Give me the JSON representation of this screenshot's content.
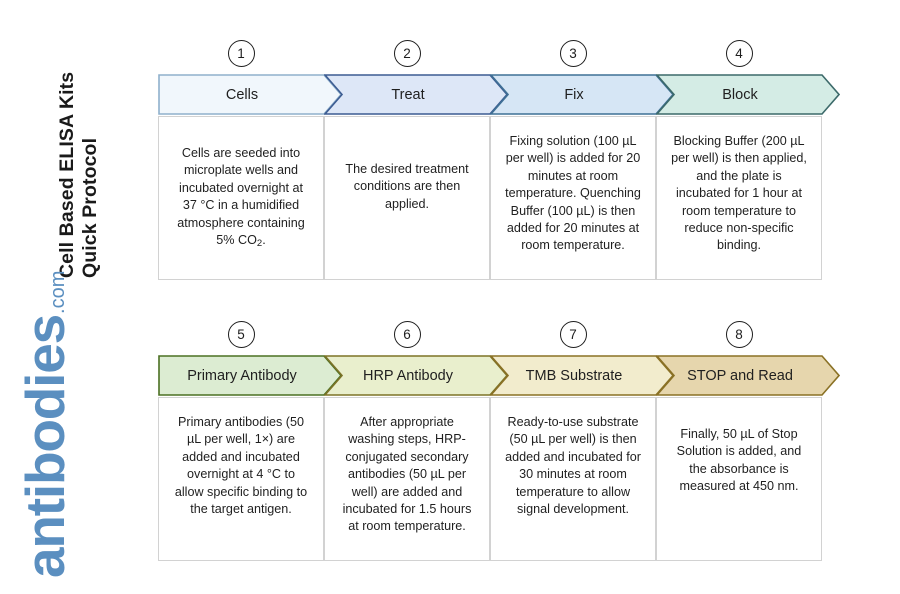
{
  "title": "Cell Based ELISA Kits\nQuick Protocol",
  "logo": {
    "name": "antibodies",
    "domain": ".com",
    "color": "#5b8fc0"
  },
  "rows": [
    {
      "name": "row-one",
      "steps": [
        {
          "number": "1",
          "label": "Cells",
          "fill": "#f1f7fc",
          "stroke": "#8fb0cc",
          "body": "Cells are seeded into microplate wells and incubated overnight at 37 °C in a humidified atmosphere containing 5% CO₂."
        },
        {
          "number": "2",
          "label": "Treat",
          "fill": "#dde7f7",
          "stroke": "#3c5c92",
          "body": "The desired treatment conditions are then applied."
        },
        {
          "number": "3",
          "label": "Fix",
          "fill": "#d6e6f5",
          "stroke": "#3f7095",
          "body": "Fixing solution (100 µL per well) is added for 20 minutes at room temperature. Quenching Buffer (100 µL) is then added for 20 minutes at room temperature."
        },
        {
          "number": "4",
          "label": "Block",
          "fill": "#d4ece5",
          "stroke": "#3c6a6a",
          "body": "Blocking Buffer (200 µL per well) is then applied, and the plate is incubated for 1 hour at room temperature to reduce non-specific binding."
        }
      ]
    },
    {
      "name": "row-two",
      "steps": [
        {
          "number": "5",
          "label": "Primary Antibody",
          "fill": "#dcecd2",
          "stroke": "#4b7022",
          "body": "Primary antibodies (50 µL per well, 1×) are added and incubated overnight at 4 °C to allow specific binding to the target antigen."
        },
        {
          "number": "6",
          "label": "HRP Antibody",
          "fill": "#e9efcd",
          "stroke": "#7d7327",
          "body": "After appropriate washing steps, HRP-conjugated secondary antibodies (50 µL per well) are added and incubated for 1.5 hours at room temperature."
        },
        {
          "number": "7",
          "label": "TMB Substrate",
          "fill": "#f2eccd",
          "stroke": "#8a7125",
          "body": "Ready-to-use substrate (50 µL per well) is then added and incubated for 30 minutes at room temperature to allow signal development."
        },
        {
          "number": "8",
          "label": "STOP and Read",
          "fill": "#e6d6ad",
          "stroke": "#8a7125",
          "body": "Finally, 50 µL of Stop Solution is added, and the absorbance is measured at 450 nm."
        }
      ]
    }
  ]
}
